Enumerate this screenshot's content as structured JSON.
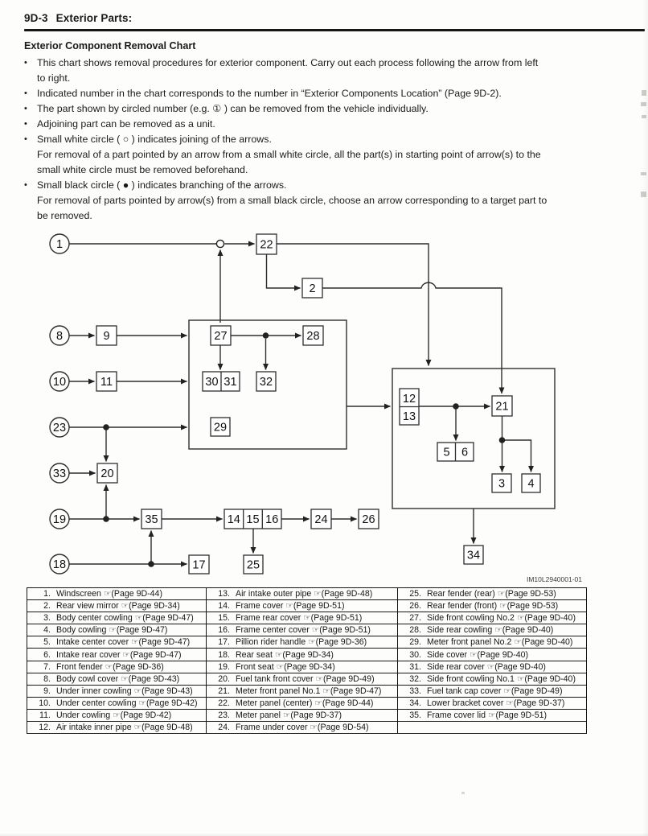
{
  "header": {
    "code": "9D-3",
    "title": "Exterior Parts:"
  },
  "section": {
    "title": "Exterior Component Removal Chart"
  },
  "notes": [
    {
      "lines": [
        "This chart shows removal procedures for exterior component. Carry out each process following the arrow from left",
        "to right."
      ]
    },
    {
      "lines": [
        "Indicated number in the chart corresponds to the number in “Exterior Components Location” (Page 9D-2)."
      ]
    },
    {
      "lines": [
        "The part shown by circled number (e.g.  ① ) can be removed from the vehicle individually."
      ]
    },
    {
      "lines": [
        "Adjoining part can be removed as a unit."
      ]
    },
    {
      "lines": [
        "Small white circle ( ○ ) indicates joining of the arrows.",
        "For removal of a part pointed by an arrow from a small white circle, all the part(s) in starting point of arrow(s) to the",
        "small white circle must be removed beforehand."
      ]
    },
    {
      "lines": [
        "Small black circle ( ● ) indicates branching of the arrows.",
        "For removal of parts pointed by arrow(s) from a small black circle, choose an arrow corresponding to a target part to",
        "be removed."
      ]
    }
  ],
  "diagram": {
    "figure_code": "IM10L2940001-01",
    "nodes": {
      "n1": "1",
      "n2": "2",
      "n3": "3",
      "n4": "4",
      "n5": "5",
      "n6": "6",
      "n8": "8",
      "n9": "9",
      "n10": "10",
      "n11": "11",
      "n12": "12",
      "n13": "13",
      "n14": "14",
      "n15": "15",
      "n16": "16",
      "n17": "17",
      "n18": "18",
      "n19": "19",
      "n20": "20",
      "n21": "21",
      "n22": "22",
      "n23": "23",
      "n24": "24",
      "n25": "25",
      "n26": "26",
      "n27": "27",
      "n28": "28",
      "n29": "29",
      "n30": "30",
      "n31": "31",
      "n32": "32",
      "n33": "33",
      "n34": "34",
      "n35": "35"
    }
  },
  "table": {
    "columns": [
      {
        "rows": [
          {
            "n": "1.",
            "t": "Windscreen ☞(Page 9D-44)"
          },
          {
            "n": "2.",
            "t": "Rear view mirror ☞(Page 9D-34)"
          },
          {
            "n": "3.",
            "t": "Body center cowling ☞(Page 9D-47)"
          },
          {
            "n": "4.",
            "t": "Body cowling ☞(Page 9D-47)"
          },
          {
            "n": "5.",
            "t": "Intake center cover ☞(Page 9D-47)"
          },
          {
            "n": "6.",
            "t": "Intake rear cover ☞(Page 9D-47)"
          },
          {
            "n": "7.",
            "t": "Front fender ☞(Page 9D-36)"
          },
          {
            "n": "8.",
            "t": "Body cowl cover ☞(Page 9D-43)"
          },
          {
            "n": "9.",
            "t": "Under inner cowling ☞(Page 9D-43)"
          },
          {
            "n": "10.",
            "t": "Under center cowling ☞(Page 9D-42)"
          },
          {
            "n": "11.",
            "t": "Under cowling ☞(Page 9D-42)"
          },
          {
            "n": "12.",
            "t": "Air intake inner pipe ☞(Page 9D-48)"
          }
        ]
      },
      {
        "rows": [
          {
            "n": "13.",
            "t": "Air intake outer pipe ☞(Page 9D-48)"
          },
          {
            "n": "14.",
            "t": "Frame cover ☞(Page 9D-51)"
          },
          {
            "n": "15.",
            "t": "Frame rear cover ☞(Page 9D-51)"
          },
          {
            "n": "16.",
            "t": "Frame center cover ☞(Page 9D-51)"
          },
          {
            "n": "17.",
            "t": "Pillion rider handle ☞(Page 9D-36)"
          },
          {
            "n": "18.",
            "t": "Rear seat ☞(Page 9D-34)"
          },
          {
            "n": "19.",
            "t": "Front seat ☞(Page 9D-34)"
          },
          {
            "n": "20.",
            "t": "Fuel tank front cover ☞(Page 9D-49)"
          },
          {
            "n": "21.",
            "t": "Meter front panel No.1 ☞(Page 9D-47)"
          },
          {
            "n": "22.",
            "t": "Meter panel (center) ☞(Page 9D-44)"
          },
          {
            "n": "23.",
            "t": "Meter panel ☞(Page 9D-37)"
          },
          {
            "n": "24.",
            "t": "Frame under cover ☞(Page 9D-54)"
          }
        ]
      },
      {
        "rows": [
          {
            "n": "25.",
            "t": "Rear fender (rear) ☞(Page 9D-53)"
          },
          {
            "n": "26.",
            "t": "Rear fender (front) ☞(Page 9D-53)"
          },
          {
            "n": "27.",
            "t": "Side front cowling No.2 ☞(Page 9D-40)"
          },
          {
            "n": "28.",
            "t": "Side rear cowling ☞(Page 9D-40)"
          },
          {
            "n": "29.",
            "t": "Meter front panel No.2 ☞(Page 9D-40)"
          },
          {
            "n": "30.",
            "t": "Side cover ☞(Page 9D-40)"
          },
          {
            "n": "31.",
            "t": "Side rear cover ☞(Page 9D-40)"
          },
          {
            "n": "32.",
            "t": "Side front cowling No.1 ☞(Page 9D-40)"
          },
          {
            "n": "33.",
            "t": "Fuel tank cap cover ☞(Page 9D-49)"
          },
          {
            "n": "34.",
            "t": "Lower bracket cover ☞(Page 9D-37)"
          },
          {
            "n": "35.",
            "t": "Frame cover lid ☞(Page 9D-51)"
          },
          {
            "n": "",
            "t": ""
          }
        ]
      }
    ]
  }
}
